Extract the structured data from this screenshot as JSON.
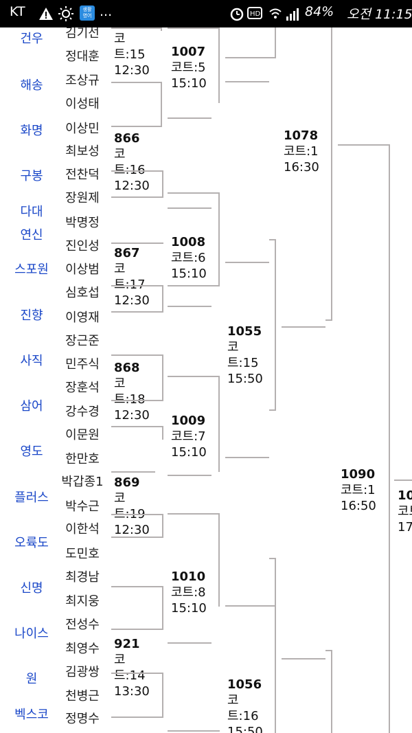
{
  "status_bar": {
    "carrier": "KT",
    "battery": "84%",
    "clock": "오전 11:15",
    "app_badge": "생활\n영어",
    "more": "...",
    "icons": [
      "warning-icon",
      "brightness-icon",
      "app-icon",
      "alarm-icon",
      "hd-icon",
      "wifi-icon",
      "signal-icon"
    ]
  },
  "teams": [
    "건우",
    "해송",
    "화명",
    "구봉",
    "다대",
    "연신",
    "스포원",
    "진향",
    "사직",
    "삼어",
    "영도",
    "플러스",
    "오륙도",
    "신명",
    "나이스",
    "원",
    "벡스코"
  ],
  "players": [
    "김기선",
    "정대훈",
    "조상규",
    "이성태",
    "이상민",
    "최보성",
    "전찬덕",
    "장원제",
    "박명정",
    "진인성",
    "이상범",
    "심호섭",
    "이영재",
    "장근준",
    "민주식",
    "장훈석",
    "강수경",
    "이문원",
    "한만호",
    "박갑종1",
    "박수근",
    "이한석",
    "도민호",
    "최경남",
    "최지웅",
    "전성수",
    "최영수",
    "김광쌍",
    "천병근",
    "정명수"
  ],
  "matches": [
    {
      "no": "",
      "court": "코",
      "court2": "트:15",
      "time": "12:30"
    },
    {
      "no": "866",
      "court": "코",
      "court2": "트:16",
      "time": "12:30"
    },
    {
      "no": "867",
      "court": "코",
      "court2": "트:17",
      "time": "12:30"
    },
    {
      "no": "868",
      "court": "코",
      "court2": "트:18",
      "time": "12:30"
    },
    {
      "no": "869",
      "court": "코",
      "court2": "트:19",
      "time": "12:30"
    },
    {
      "no": "921",
      "court": "코",
      "court2": "트:14",
      "time": "13:30"
    },
    {
      "no": "1007",
      "court": "코트:5",
      "time": "15:10"
    },
    {
      "no": "1008",
      "court": "코트:6",
      "time": "15:10"
    },
    {
      "no": "1009",
      "court": "코트:7",
      "time": "15:10"
    },
    {
      "no": "1010",
      "court": "코트:8",
      "time": "15:10"
    },
    {
      "no": "1055",
      "court": "코",
      "court2": "트:15",
      "time": "15:50"
    },
    {
      "no": "1056",
      "court": "코",
      "court2": "트:16",
      "time": "15:50"
    },
    {
      "no": "1078",
      "court": "코트:1",
      "time": "16:30"
    },
    {
      "no": "1090",
      "court": "코트:1",
      "time": "16:50"
    },
    {
      "no": "10",
      "court": "코트",
      "time": "17"
    }
  ]
}
